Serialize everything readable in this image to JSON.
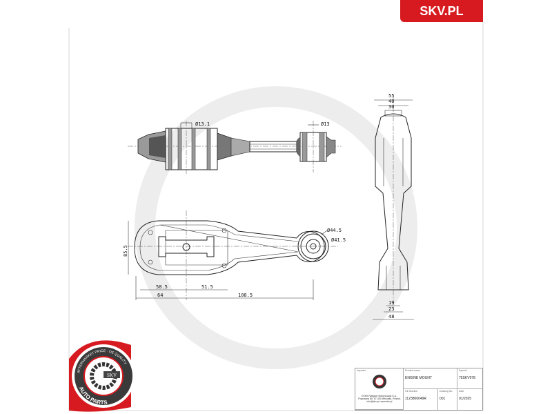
{
  "brand": {
    "label": "SKV.PL",
    "color": "#d71920"
  },
  "drawing": {
    "side_view": {
      "dims": [
        "Ø13.1",
        "Ø13"
      ]
    },
    "top_view": {
      "dims": [
        "Ø44.5",
        "Ø41.5",
        "85.5",
        "58.5",
        "51.5",
        "64",
        "108.5"
      ]
    },
    "end_view": {
      "dims": [
        "55",
        "40",
        "30",
        "19",
        "23",
        "48"
      ]
    }
  },
  "logo": {
    "ring_text": "AFTERMARKET PRICE · OE QUALITY",
    "badge": "SKV",
    "bottom_text": "AUTO PARTS"
  },
  "title_block": {
    "importer_label": "Importer",
    "importer_text": "ESKW Wagner Motoryzacja S.A., Poprawna 85, 57-300 Wrocław, Poland, info@skv.pl, www.skv.pl",
    "product_name_label": "Product name",
    "product_name": "ENGINE MOUNT",
    "symbol_label": "Symbol",
    "symbol": "75SKV078",
    "oe_label": "OE Number",
    "oe_number": "1123800049R",
    "drawing_no_label": "Drawing No.",
    "drawing_no": "001",
    "date_label": "Date",
    "date": "01/2025"
  }
}
